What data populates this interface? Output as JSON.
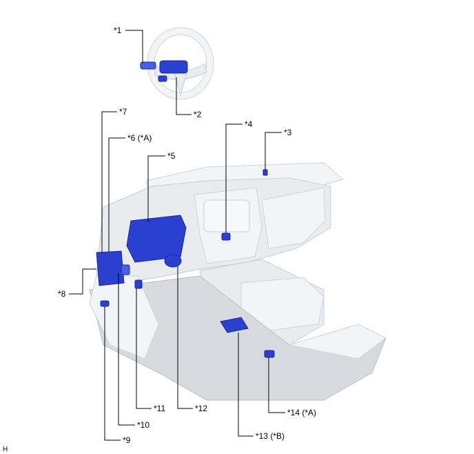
{
  "callouts": {
    "c1": "*1",
    "c2": "*2",
    "c3": "*3",
    "c4": "*4",
    "c5": "*5",
    "c6": "*6 (*A)",
    "c7": "*7",
    "c8": "*8",
    "c9": "*9",
    "c10": "*10",
    "c11": "*11",
    "c12": "*12",
    "c13": "*13 (*B)",
    "c14": "*14 (*A)"
  },
  "corner_mark": "H",
  "colors": {
    "highlight": "#2b3fd1",
    "body": "#e9ebee",
    "leader": "#000000"
  }
}
